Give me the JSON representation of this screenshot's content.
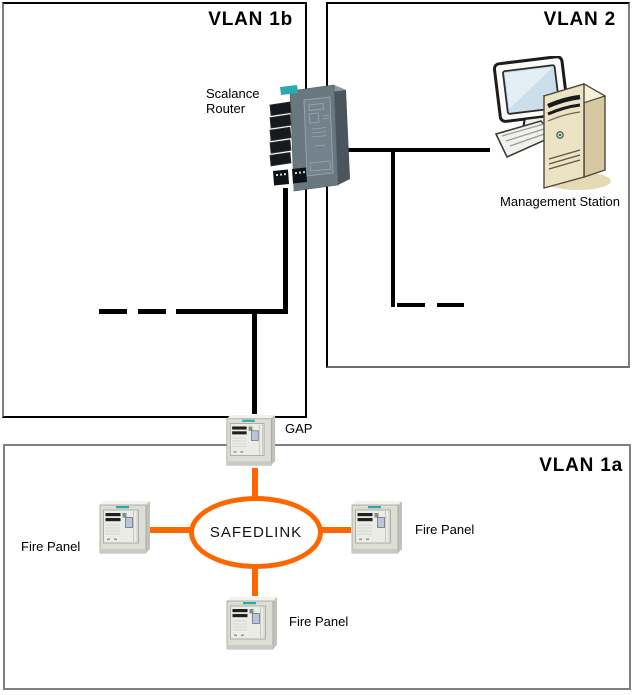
{
  "zones": {
    "vlan1b": {
      "label": "VLAN 1b"
    },
    "vlan2": {
      "label": "VLAN 2"
    },
    "vlan1a": {
      "label": "VLAN 1a"
    }
  },
  "nodes": {
    "scalance_router": {
      "label_line1": "Scalance",
      "label_line2": "Router"
    },
    "gap": {
      "label": "GAP"
    },
    "management_station": {
      "label": "Management Station"
    },
    "safedlink": {
      "label": "SAFEDLINK"
    },
    "fire_panel_left": {
      "label": "Fire Panel"
    },
    "fire_panel_right": {
      "label": "Fire Panel"
    },
    "fire_panel_bottom": {
      "label": "Fire Panel"
    }
  },
  "colors": {
    "link": "#000000",
    "safedlink_orange": "#ff6600",
    "zone_border_top_boxes": "#000000",
    "zone_border_vlan1a": "#808080"
  }
}
